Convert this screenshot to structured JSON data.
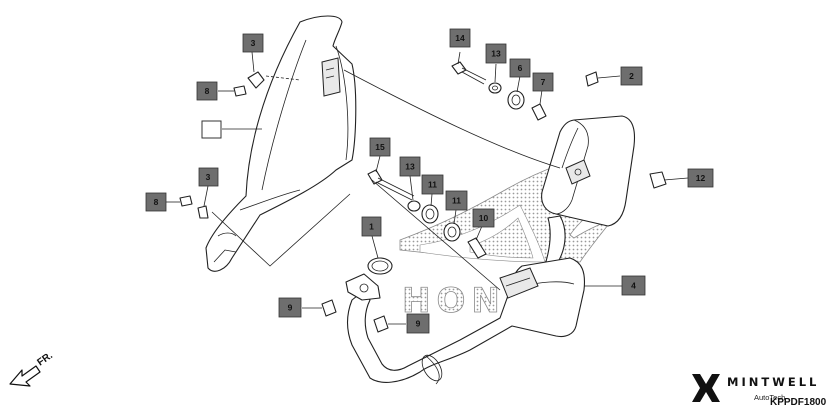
{
  "diagram": {
    "callouts": {
      "c1": "1",
      "c2": "2",
      "c3a": "3",
      "c3b": "3",
      "c4": "4",
      "c6": "6",
      "c7": "7",
      "c8a": "8",
      "c8b": "8",
      "c9a": "9",
      "c9b": "9",
      "c10": "10",
      "c11a": "11",
      "c11b": "11",
      "c12": "12",
      "c13a": "13",
      "c13b": "13",
      "c14": "14",
      "c15": "15"
    },
    "blank_callout": "",
    "watermark_text": "HONDA",
    "direction_label": "FR.",
    "diagram_code": "KPPDF1800"
  },
  "brand": {
    "name": "MINTWELL",
    "sub": "AutoTech"
  },
  "colors": {
    "callout_fill": "#6e6e6e",
    "line": "#222222",
    "watermark_dots": "#9a9a9a",
    "background": "#ffffff"
  },
  "icons": {
    "direction": "fr-arrow-icon",
    "logo": "mintwell-logo-icon"
  }
}
